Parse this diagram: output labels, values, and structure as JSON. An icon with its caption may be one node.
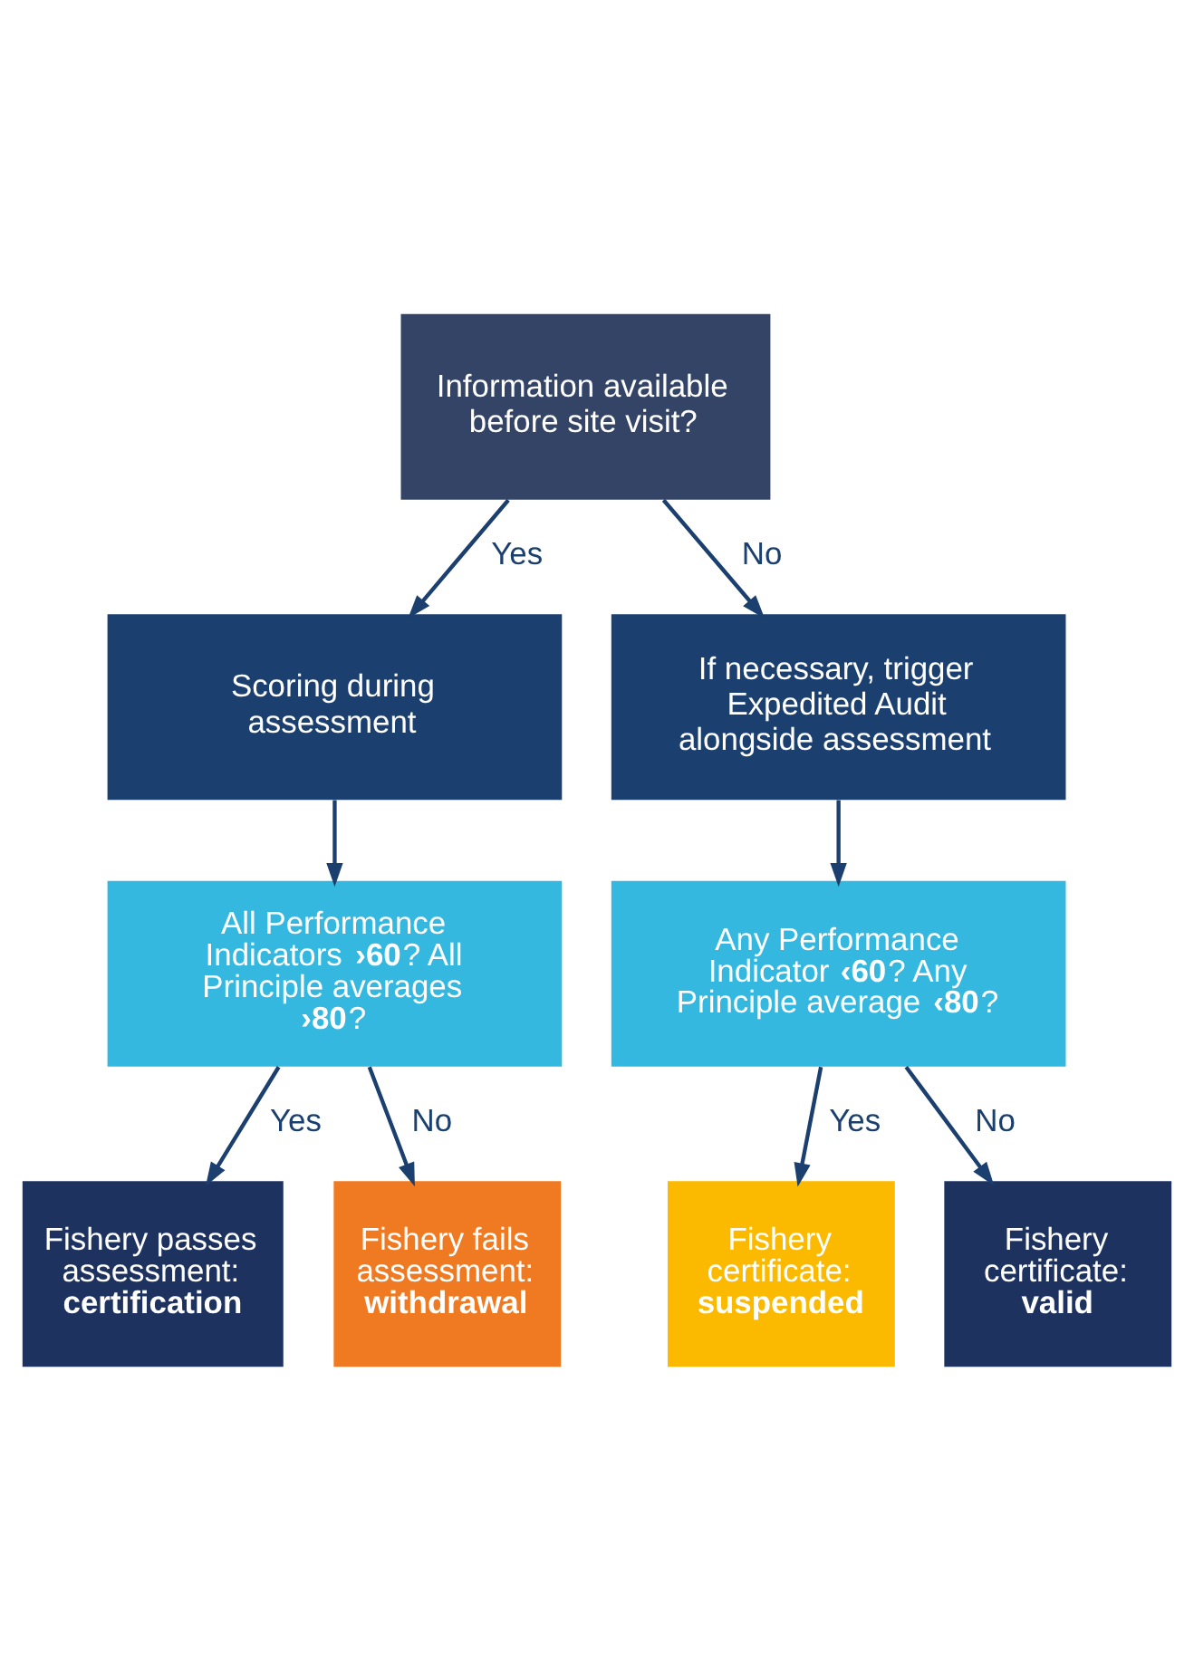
{
  "diagram": {
    "nodes": [
      {
        "text": [
          "Information available before site visit?"
        ]
      },
      {
        "text": [
          "Scoring during assessment"
        ]
      },
      {
        "text": [
          "If necessary, trigger Expedited Audit alongside assessment"
        ]
      },
      {
        "text": [
          "All Performance Indicators **›60**? All Principle averages **›80**?"
        ]
      },
      {
        "text": [
          "Any Performance Indicator **‹60**? Any Principle average **‹80**?"
        ]
      },
      {
        "text": [
          "Fishery passes assessment: **certification**"
        ]
      },
      {
        "text": [
          "Fishery fails assessment: **withdrawal**"
        ]
      },
      {
        "text": [
          "Fishery certificate: **suspended**"
        ]
      },
      {
        "text": [
          "Fishery certificate: **valid**"
        ]
      }
    ],
    "edges": [
      {
        "from": 0,
        "to": 1,
        "arrow": "to",
        "label": "Yes"
      },
      {
        "from": 0,
        "to": 2,
        "arrow": "to",
        "label": "No"
      },
      {
        "from": 1,
        "to": 3,
        "arrow": "to"
      },
      {
        "from": 2,
        "to": 4,
        "arrow": "to"
      },
      {
        "from": 3,
        "to": 5,
        "arrow": "to",
        "label": "Yes"
      },
      {
        "from": 3,
        "to": 6,
        "arrow": "to",
        "label": "No"
      },
      {
        "from": 4,
        "to": 7,
        "arrow": "to",
        "label": "Yes"
      },
      {
        "from": 4,
        "to": 8,
        "arrow": "to",
        "label": "No"
      }
    ]
  }
}
